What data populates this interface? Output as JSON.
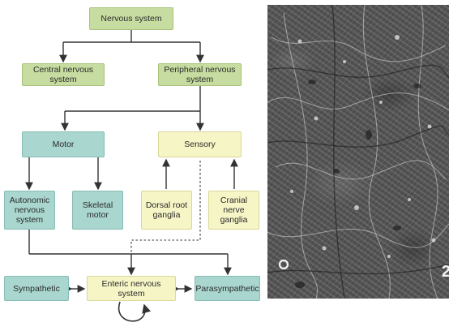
{
  "diagram": {
    "nodes": {
      "nervous_system": "Nervous system",
      "central": "Central nervous system",
      "peripheral": "Peripheral nervous system",
      "motor": "Motor",
      "sensory": "Sensory",
      "autonomic": "Autonomic\nnervous system",
      "skeletal": "Skeletal\nmotor",
      "dorsal": "Dorsal root\nganglia",
      "cranial": "Cranial nerve\nganglia",
      "sympathetic": "Sympathetic",
      "enteric": "Enteric nervous system",
      "parasympathetic": "Parasympathetic"
    },
    "colors": {
      "green": "#c7dca0",
      "teal": "#a9d6cf",
      "yellow": "#f6f5c6",
      "line": "#333333"
    }
  },
  "micrograph": {
    "panel_label": "2"
  }
}
